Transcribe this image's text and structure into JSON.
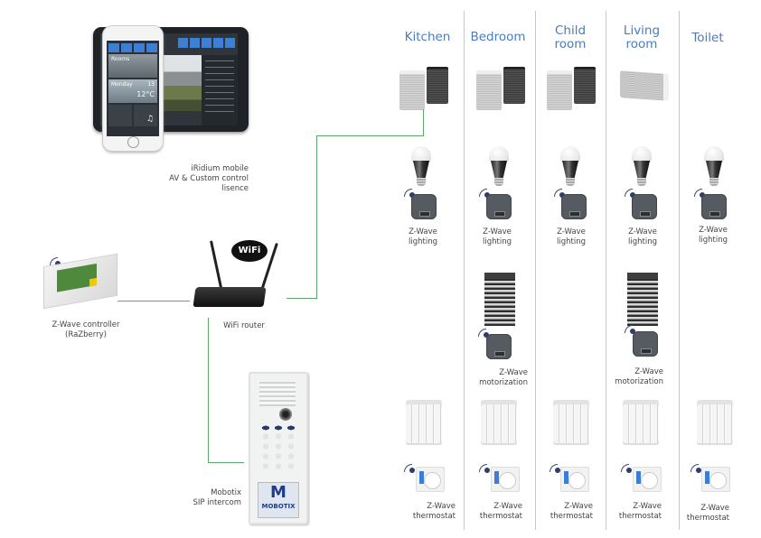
{
  "rooms": [
    {
      "title": "Kitchen",
      "speaker": "two-speakers"
    },
    {
      "title": "Bedroom",
      "speaker": "two-speakers"
    },
    {
      "title": "Child\nroom",
      "speaker": "two-speakers"
    },
    {
      "title": "Living\nroom",
      "speaker": "soundbar-speaker"
    },
    {
      "title": "Toilet",
      "speaker": "none"
    }
  ],
  "devices": {
    "lighting_label": "Z-Wave\nlighting",
    "motorization_label": "Z-Wave\nmotorization",
    "thermostat_label": "Z-Wave\nthermostat",
    "motorization_rooms": [
      "Bedroom",
      "Living room"
    ]
  },
  "left": {
    "iridium_label": "iRidium mobile\nAV & Custom control\nlisence",
    "controller_label": "Z-Wave controller\n(RaZberry)",
    "router_label": "WiFi router",
    "wifi_logo": "WiFi",
    "intercom_label": "Mobotix\nSIP intercom",
    "intercom_brand": "MOBOTIX",
    "phone_app": {
      "tile_rooms": "Rooms",
      "day": "Monday",
      "date": "13",
      "temperature": "12°C"
    }
  },
  "colors": {
    "room_title": "#4a7cc0",
    "connector": "#5aab6b",
    "divider": "#c8c8c8"
  }
}
